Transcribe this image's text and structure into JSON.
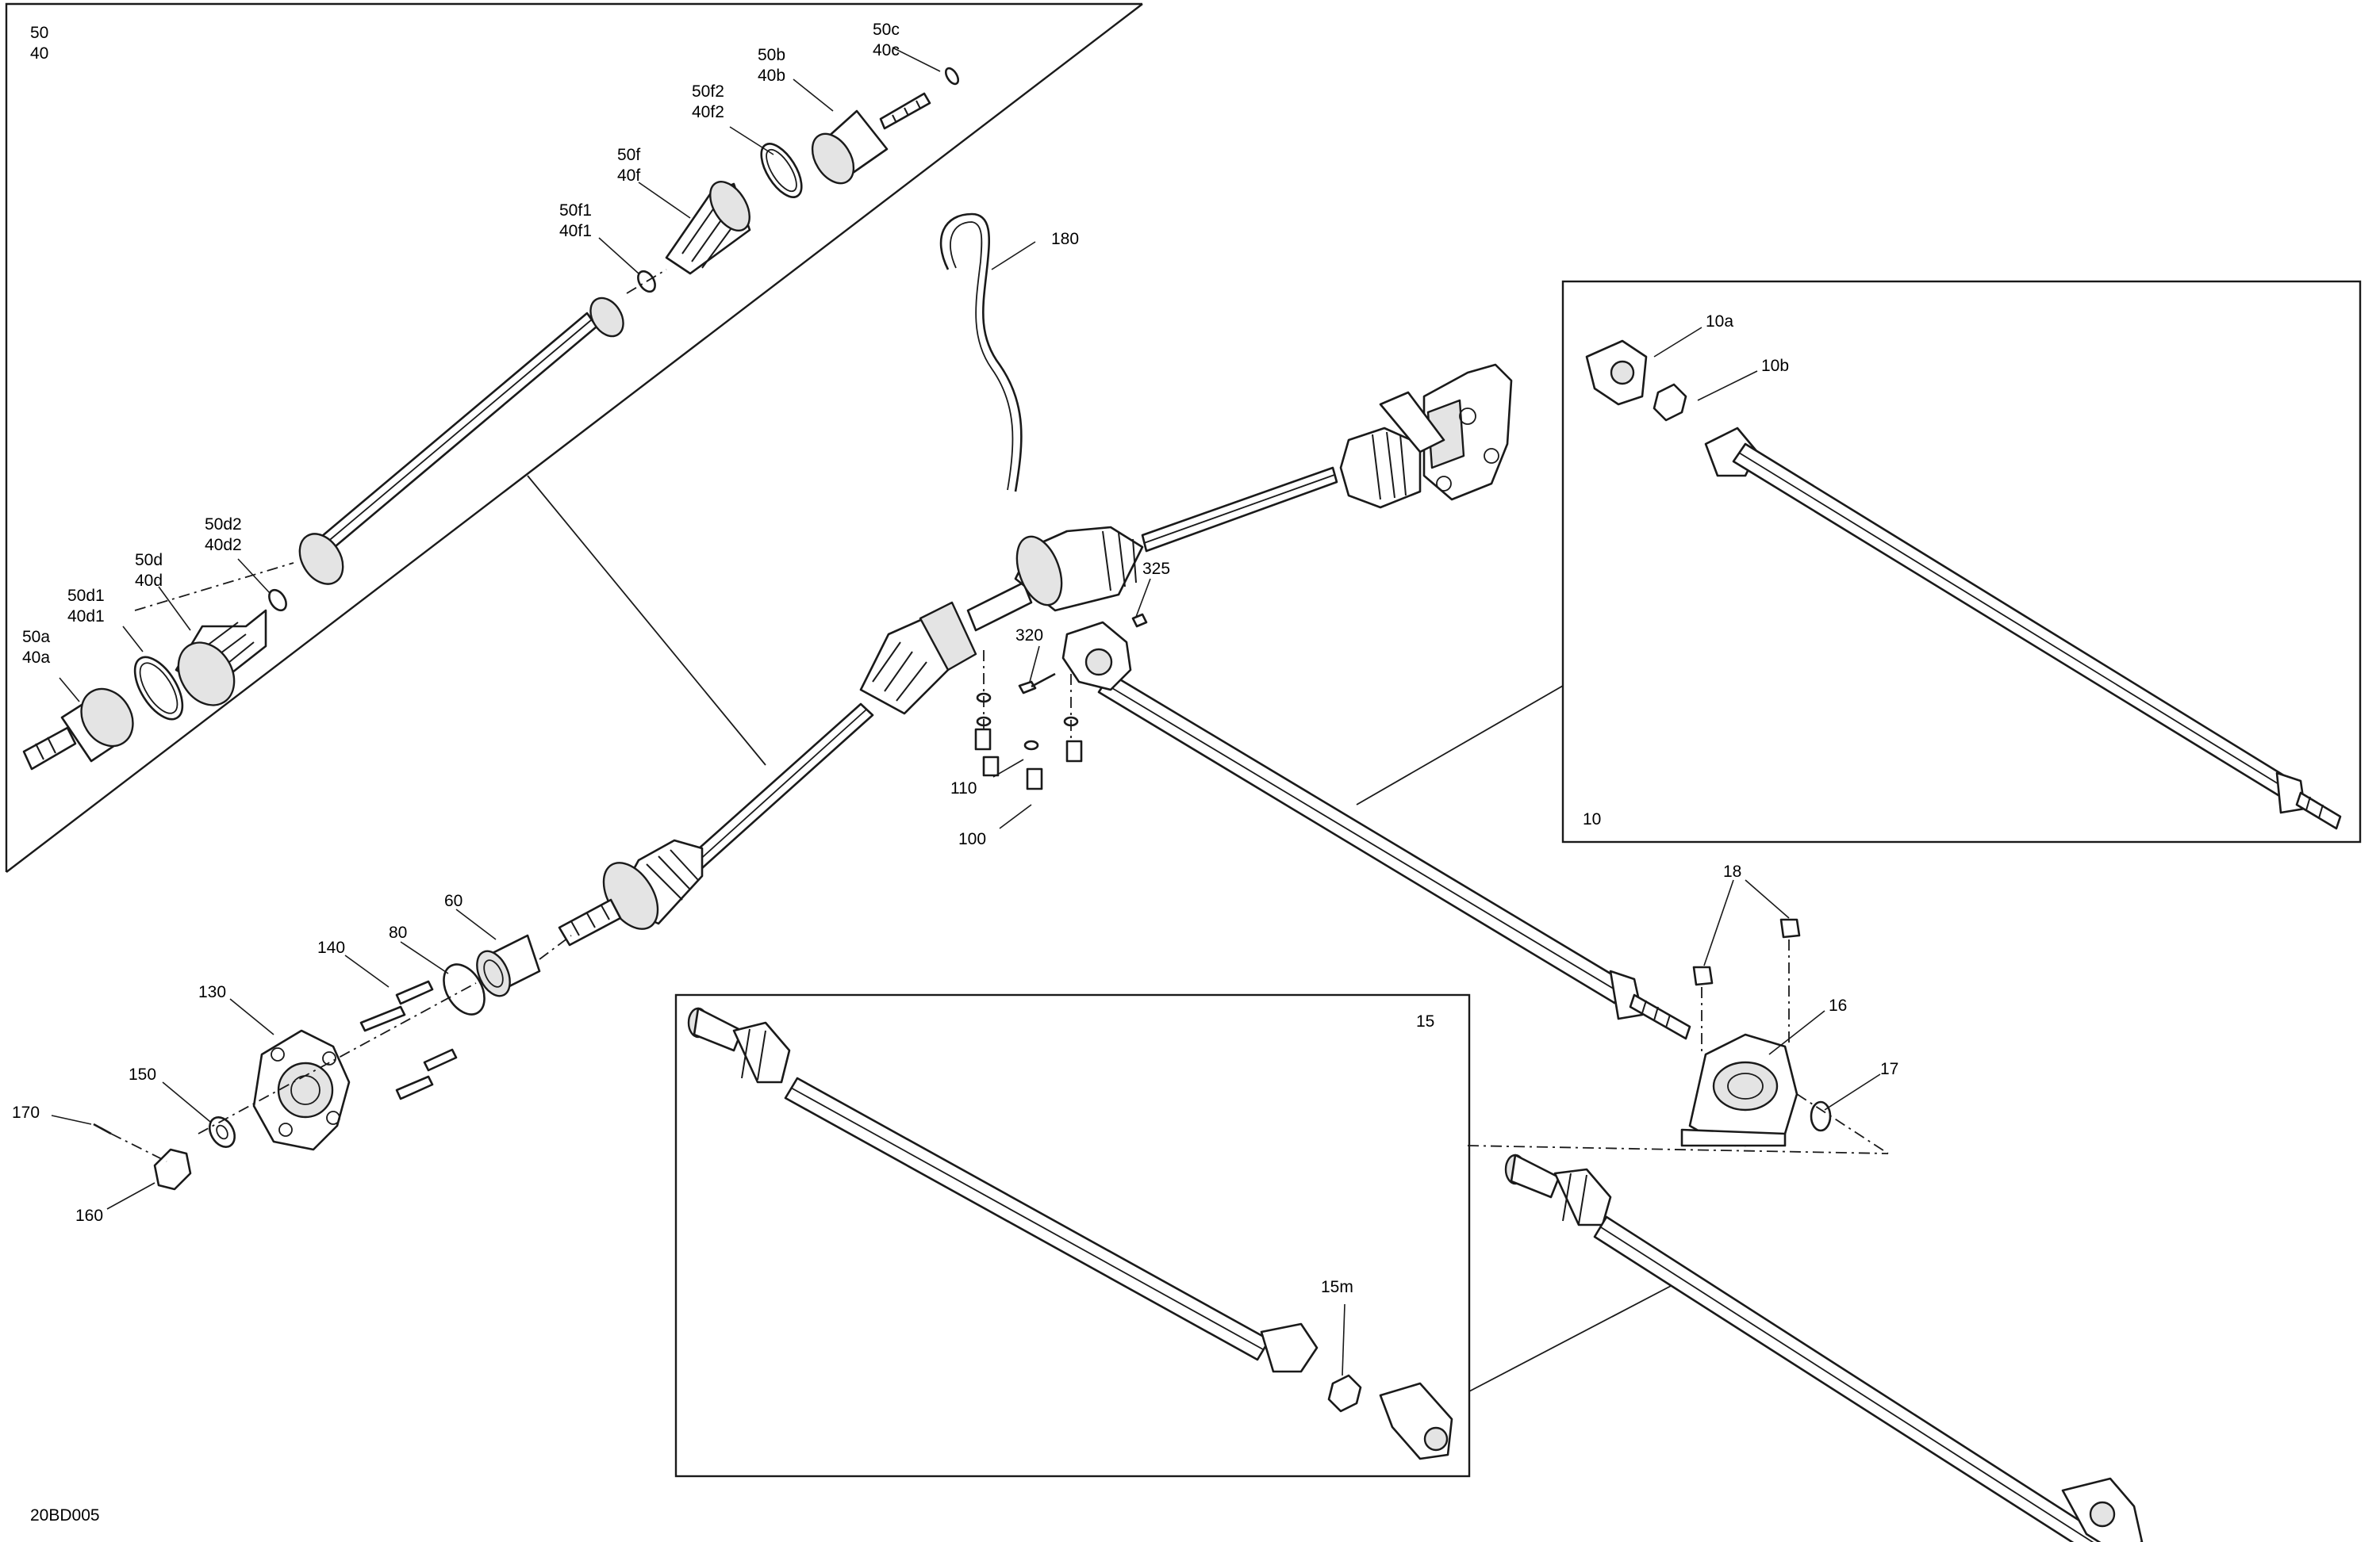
{
  "drawing_id": "20BD005",
  "inset_labels": {
    "group_50_40": [
      "50",
      "40"
    ],
    "box_10": "10",
    "box_15": "15"
  },
  "callouts": [
    {
      "id": "c-50a",
      "lines": [
        "50a",
        "40a"
      ]
    },
    {
      "id": "c-50d1",
      "lines": [
        "50d1",
        "40d1"
      ]
    },
    {
      "id": "c-50d",
      "lines": [
        "50d",
        "40d"
      ]
    },
    {
      "id": "c-50d2",
      "lines": [
        "50d2",
        "40d2"
      ]
    },
    {
      "id": "c-50f1",
      "lines": [
        "50f1",
        "40f1"
      ]
    },
    {
      "id": "c-50f",
      "lines": [
        "50f",
        "40f"
      ]
    },
    {
      "id": "c-50f2",
      "lines": [
        "50f2",
        "40f2"
      ]
    },
    {
      "id": "c-50b",
      "lines": [
        "50b",
        "40b"
      ]
    },
    {
      "id": "c-50c",
      "lines": [
        "50c",
        "40c"
      ]
    },
    {
      "id": "c-180",
      "lines": [
        "180"
      ]
    },
    {
      "id": "c-325",
      "lines": [
        "325"
      ]
    },
    {
      "id": "c-320",
      "lines": [
        "320"
      ]
    },
    {
      "id": "c-110",
      "lines": [
        "110"
      ]
    },
    {
      "id": "c-100",
      "lines": [
        "100"
      ]
    },
    {
      "id": "c-60",
      "lines": [
        "60"
      ]
    },
    {
      "id": "c-80",
      "lines": [
        "80"
      ]
    },
    {
      "id": "c-140",
      "lines": [
        "140"
      ]
    },
    {
      "id": "c-130",
      "lines": [
        "130"
      ]
    },
    {
      "id": "c-150",
      "lines": [
        "150"
      ]
    },
    {
      "id": "c-170",
      "lines": [
        "170"
      ]
    },
    {
      "id": "c-160",
      "lines": [
        "160"
      ]
    },
    {
      "id": "c-10a",
      "lines": [
        "10a"
      ]
    },
    {
      "id": "c-10b",
      "lines": [
        "10b"
      ]
    },
    {
      "id": "c-18",
      "lines": [
        "18"
      ]
    },
    {
      "id": "c-16",
      "lines": [
        "16"
      ]
    },
    {
      "id": "c-17",
      "lines": [
        "17"
      ]
    },
    {
      "id": "c-15m",
      "lines": [
        "15m"
      ]
    }
  ]
}
